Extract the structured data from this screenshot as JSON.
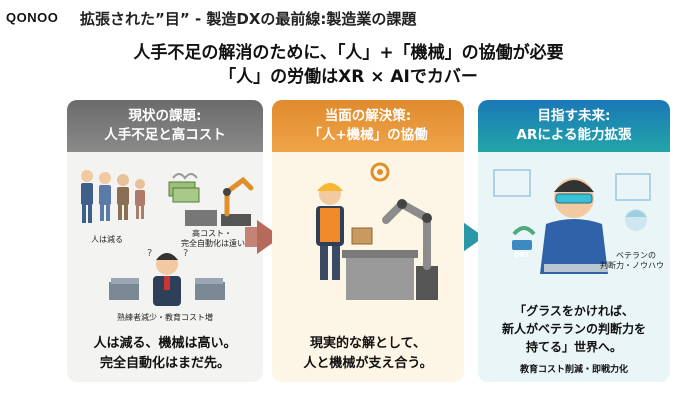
{
  "logo": "QONOO",
  "title": "拡張された”目” - 製造DXの最前線:製造業の課題",
  "headline": {
    "line1": "人手不足の解消のために、「人」+「機械」の協働が必要",
    "line2": "「人」の労働はXR × AIでカバー"
  },
  "panels": [
    {
      "head1": "現状の課題:",
      "head2": "人手不足と高コスト",
      "label_people": "人は減る",
      "label_cost1": "高コスト・",
      "label_cost2": "完全自動化は遠い",
      "label_worker": "熟練者減少・教育コスト増",
      "foot1": "人は減る、機械は高い。",
      "foot2": "完全自動化はまだ先。"
    },
    {
      "head1": "当面の解決策:",
      "head2": "「人+機械」の協働",
      "foot1": "現実的な解として、",
      "foot2": "人と機械が支え合う。"
    },
    {
      "head1": "目指す未来:",
      "head2": "ARによる能力拡張",
      "label_ok": "OK!",
      "label_veteran1": "ベテランの",
      "label_veteran2": "判断力・ノウハウ",
      "foot1": "「グラスをかければ、",
      "foot2": "新人がベテランの判断力を",
      "foot3": "持てる」世界へ。",
      "foot4": "教育コスト削減・即戦力化"
    }
  ],
  "colors": {
    "gray_header": "#7a7a7a",
    "orange_header": "#e8952f",
    "blue_header": "#1e8fb5"
  }
}
